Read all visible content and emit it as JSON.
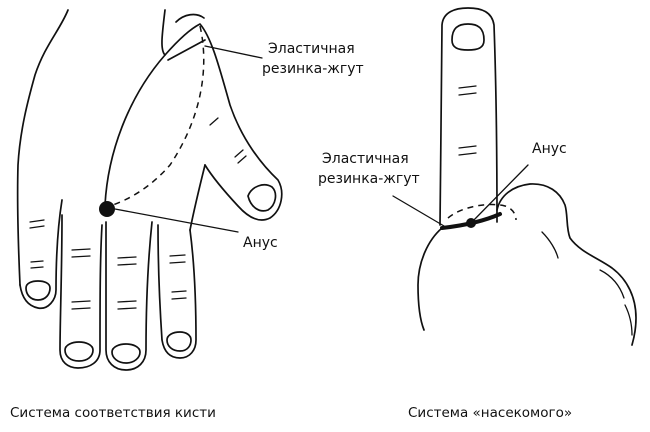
{
  "left_figure": {
    "label_band": [
      "Эластичная",
      "резинка-жгут"
    ],
    "label_anus": "Анус",
    "caption": "Система соответствия кисти"
  },
  "right_figure": {
    "label_band": [
      "Эластичная",
      "резинка-жгут"
    ],
    "label_anus": "Анус",
    "caption": "Система «насекомого»"
  },
  "colors": {
    "ink": "#111111",
    "background": "#ffffff"
  }
}
